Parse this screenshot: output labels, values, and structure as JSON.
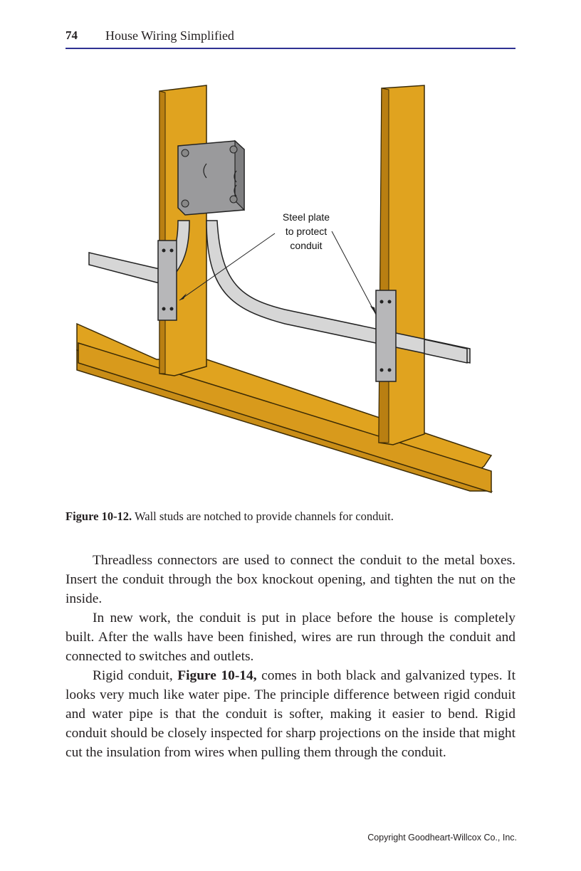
{
  "header": {
    "page_number": "74",
    "running_title": "House Wiring Simplified"
  },
  "figure": {
    "callout_line1": "Steel plate",
    "callout_line2": "to protect",
    "callout_line3": "conduit",
    "caption_label": "Figure 10-12.",
    "caption_text": "Wall studs are notched to provide channels for conduit.",
    "colors": {
      "wood": "#e0a31f",
      "wood_edge": "#a9760f",
      "metal": "#b7b7b9",
      "conduit": "#d6d6d6"
    }
  },
  "body": {
    "p1": "Threadless connectors are used to connect the conduit to the metal boxes. Insert the conduit through the box knockout opening, and tighten the nut on the inside.",
    "p2": "In new work, the conduit is put in place before the house is completely built. After the walls have been finished, wires are run through the conduit and connected to switches and outlets.",
    "p3_a": "Rigid conduit, ",
    "p3_ref": "Figure 10-14,",
    "p3_b": " comes in both black and galvanized types. It looks very much like water pipe. The principle difference between rigid conduit and water pipe is that the conduit is softer, making it easier to bend. Rigid conduit should be closely inspected for sharp projections on the inside that might cut the insulation from wires when pulling them through the conduit."
  },
  "footer": {
    "copyright": "Copyright Goodheart-Willcox Co., Inc."
  }
}
